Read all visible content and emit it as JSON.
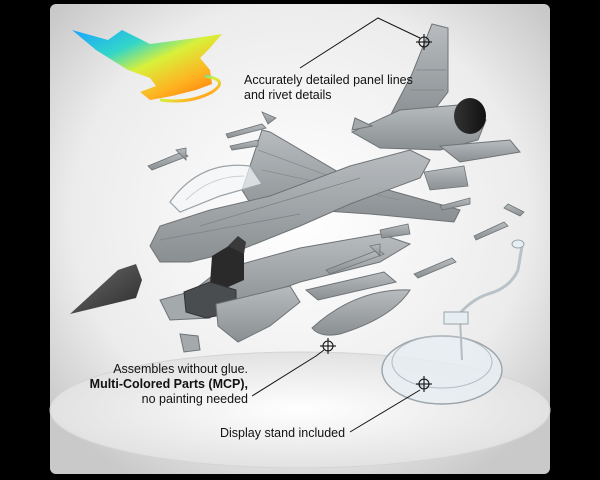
{
  "callouts": {
    "panel_lines": {
      "line1": "Accurately detailed panel lines",
      "line2": "and rivet details"
    },
    "assembly": {
      "line1": "Assembles without glue.",
      "line2": "Multi-Colored Parts (MCP),",
      "line3": "no painting needed"
    },
    "stand": {
      "line1": "Display stand included"
    }
  },
  "colors": {
    "frame": "#000000",
    "background": "#eeeeee",
    "plastic_gray": "#9ea3a6",
    "nose_cone": "#4a4a4a",
    "seat_black": "#2a2a2a",
    "stand_clear": "#e6eef2"
  },
  "icons": [
    "rainbow-jet-logo-icon",
    "crosshair-icon"
  ]
}
